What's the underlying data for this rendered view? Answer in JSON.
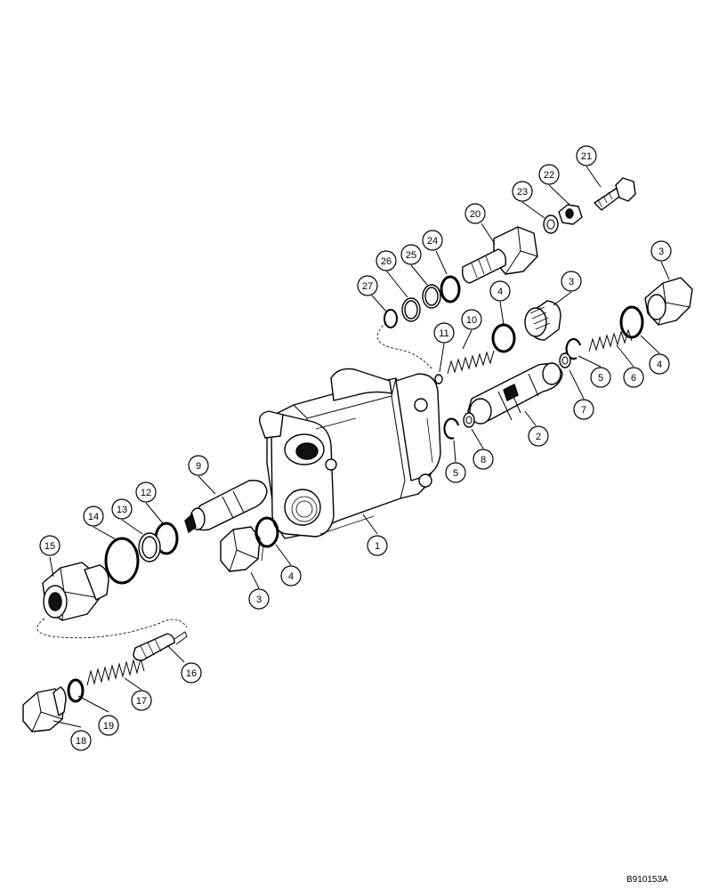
{
  "figure_code": "B910153A",
  "callouts": [
    {
      "label": "1"
    },
    {
      "label": "2"
    },
    {
      "label": "3"
    },
    {
      "label": "3"
    },
    {
      "label": "3"
    },
    {
      "label": "4"
    },
    {
      "label": "4"
    },
    {
      "label": "4"
    },
    {
      "label": "5"
    },
    {
      "label": "5"
    },
    {
      "label": "6"
    },
    {
      "label": "7"
    },
    {
      "label": "8"
    },
    {
      "label": "9"
    },
    {
      "label": "10"
    },
    {
      "label": "11"
    },
    {
      "label": "12"
    },
    {
      "label": "13"
    },
    {
      "label": "14"
    },
    {
      "label": "15"
    },
    {
      "label": "16"
    },
    {
      "label": "17"
    },
    {
      "label": "18"
    },
    {
      "label": "19"
    },
    {
      "label": "20"
    },
    {
      "label": "21"
    },
    {
      "label": "22"
    },
    {
      "label": "23"
    },
    {
      "label": "24"
    },
    {
      "label": "25"
    },
    {
      "label": "26"
    },
    {
      "label": "27"
    }
  ]
}
